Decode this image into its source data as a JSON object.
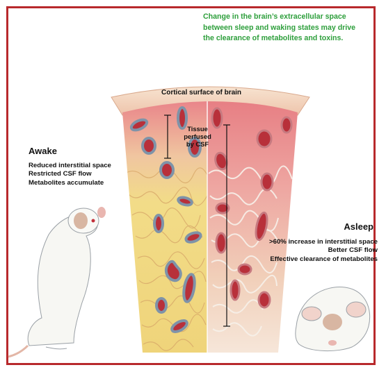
{
  "intro": {
    "lines": [
      "Change in the brain’s extracellular space",
      "between sleep and waking states may drive",
      "the clearance of metabolites and toxins."
    ]
  },
  "cortical_label": "Cortical surface of brain",
  "tissue_label": [
    "Tissue perfused",
    "by CSF"
  ],
  "awake": {
    "title": "Awake",
    "lines": [
      "Reduced interstitial space",
      "Restricted CSF flow",
      "Metabolites accumulate"
    ]
  },
  "asleep": {
    "title": "Asleep",
    "lines": [
      ">60% increase in interstitial space",
      "Better CSF flow",
      "Effective clearance of metabolites"
    ]
  },
  "colors": {
    "frame": "#b8292c",
    "intro_text": "#2e9f3c",
    "surface": "#f3d4bf",
    "awake_tissue": "#f2dc88",
    "asleep_tissue": "#eec9b0",
    "vessel": "#b8303a",
    "vessel_ring": "#7f93a8"
  }
}
